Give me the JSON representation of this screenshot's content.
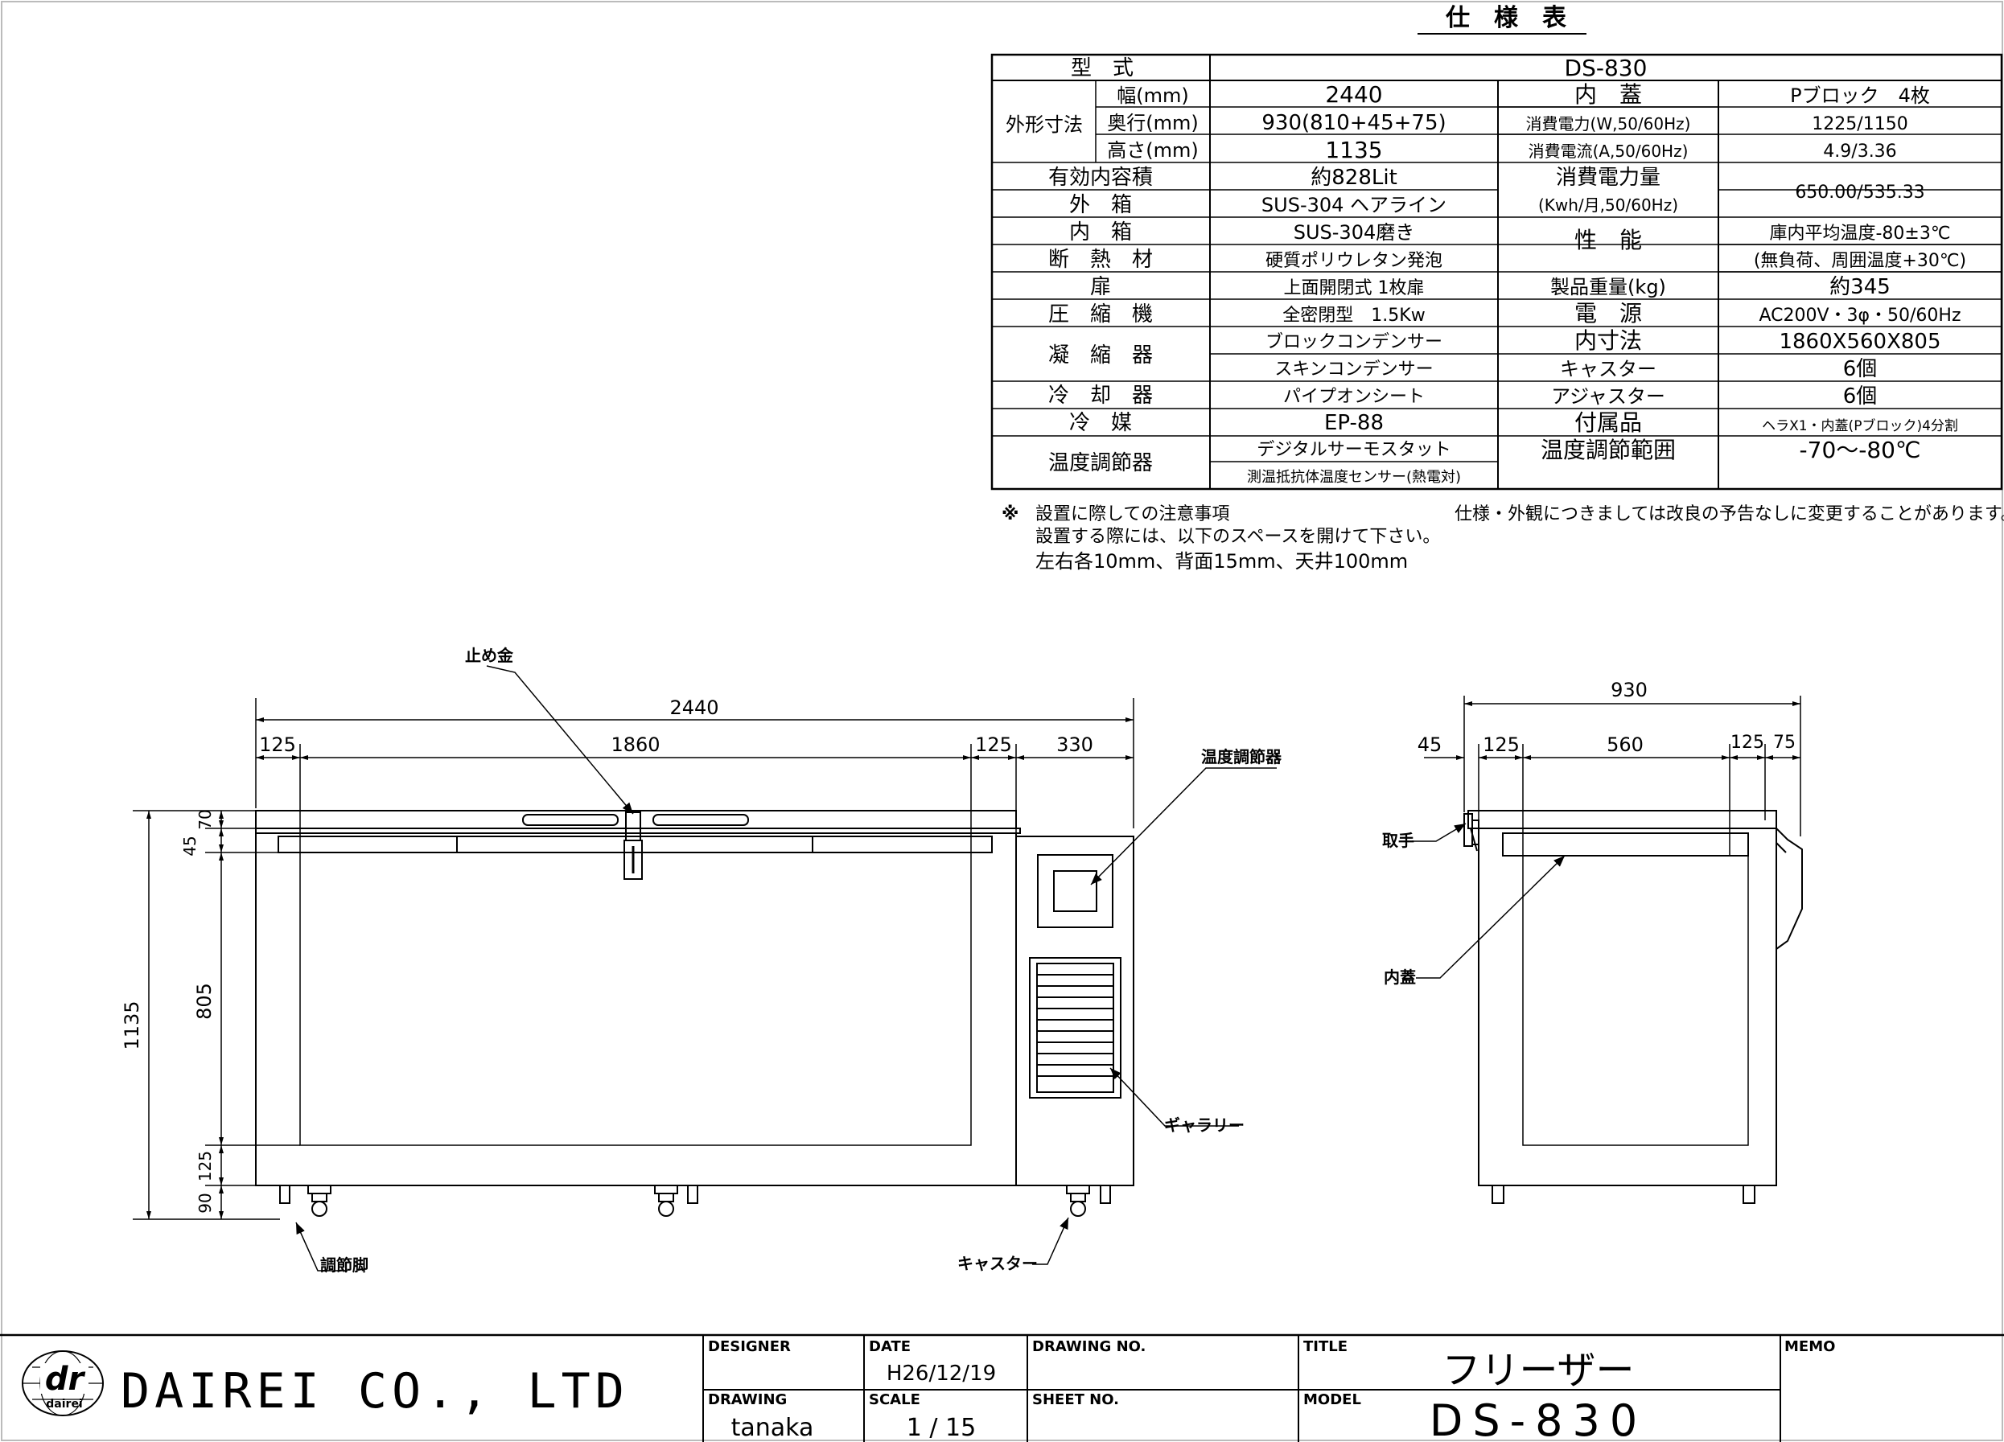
{
  "spec": {
    "title": "仕　様　表",
    "model_label": "型　式",
    "model": "DS-830",
    "rows_left": [
      {
        "label": "幅(mm)",
        "value": "2440"
      },
      {
        "label": "奥行(mm)",
        "value": "930(810+45+75)"
      },
      {
        "label": "高さ(mm)",
        "value": "1135"
      }
    ],
    "dims_group": "外形寸法",
    "capacity_label": "有効内容積",
    "capacity": "約828Lit",
    "outer_label": "外　箱",
    "outer": "SUS-304 ヘアライン",
    "inner_label": "内　箱",
    "inner": "SUS-304磨き",
    "insul_label": "断　熱　材",
    "insul": "硬質ポリウレタン発泡",
    "door_label": "扉",
    "door": "上面開閉式 1枚扉",
    "comp_label": "圧　縮　機",
    "comp": "全密閉型　1.5Kw",
    "cond_label": "凝　縮　器",
    "cond1": "ブロックコンデンサー",
    "cond2": "スキンコンデンサー",
    "cool_label": "冷　却　器",
    "cool": "パイプオンシート",
    "ref_label": "冷　媒",
    "ref": "EP-88",
    "therm_label": "温度調節器",
    "therm1": "デジタルサーモスタット",
    "therm2": "測温抵抗体温度センサー(熱電対)",
    "lid_label": "内　蓋",
    "lid": "Pブロック　4枚",
    "pw_label": "消費電力(W,50/60Hz)",
    "pw": "1225/1150",
    "cur_label": "消費電流(A,50/60Hz)",
    "cur": "4.9/3.36",
    "pq_label1": "消費電力量",
    "pq_label2": "(Kwh/月,50/60Hz)",
    "pq": "650.00/535.33",
    "perf_label": "性　能",
    "perf1": "庫内平均温度-80±3℃",
    "perf2": "(無負荷、周囲温度+30℃)",
    "weight_label": "製品重量(kg)",
    "weight": "約345",
    "power_label": "電　源",
    "power": "AC200V・3φ・50/60Hz",
    "idim_label": "内寸法",
    "idim": "1860X560X805",
    "caster_label": "キャスター",
    "caster": "6個",
    "adj_label": "アジャスター",
    "adj": "6個",
    "acc_label": "付属品",
    "acc": "ヘラX1・内蓋(Pブロック)4分割",
    "range_label": "温度調節範囲",
    "range": "-70～-80℃"
  },
  "notes": {
    "mark": "※",
    "line1": "設置に際しての注意事項",
    "line2": "設置する際には、以下のスペースを開けて下さい。",
    "line3": "左右各10mm、背面15mm、天井100mm",
    "right": "仕様・外観につきましては改良の予告なしに変更することがあります。"
  },
  "drawing": {
    "front": {
      "w_total": "2440",
      "w_125a": "125",
      "w_1860": "1860",
      "w_125b": "125",
      "w_330": "330",
      "h_70": "70",
      "h_45": "45",
      "h_805": "805",
      "h_125": "125",
      "h_90": "90",
      "h_1135": "1135",
      "label_tomegane": "止め金",
      "label_thermo": "温度調節器",
      "label_gallery": "ギャラリー",
      "label_adj": "調節脚",
      "label_caster": "キャスター"
    },
    "side": {
      "d_930": "930",
      "d_45": "45",
      "d_125a": "125",
      "d_560": "560",
      "d_125b": "125",
      "d_75": "75",
      "label_handle": "取手",
      "label_lid": "内蓋"
    }
  },
  "title_block": {
    "company": "DAIREI CO., LTD",
    "logo_mark": "dr",
    "logo_sub": "dairei",
    "designer_label": "DESIGNER",
    "designer": "",
    "date_label": "DATE",
    "date": "H26/12/19",
    "drawing_no_label": "DRAWING NO.",
    "drawing_no": "",
    "title_label": "TITLE",
    "title": "フリーザー",
    "memo_label": "MEMO",
    "drawing_label": "DRAWING",
    "drawing_by": "tanaka",
    "scale_label": "SCALE",
    "scale": "1 / 15",
    "sheet_label": "SHEET NO.",
    "sheet": "",
    "model_label": "MODEL",
    "model": "DS-830"
  }
}
